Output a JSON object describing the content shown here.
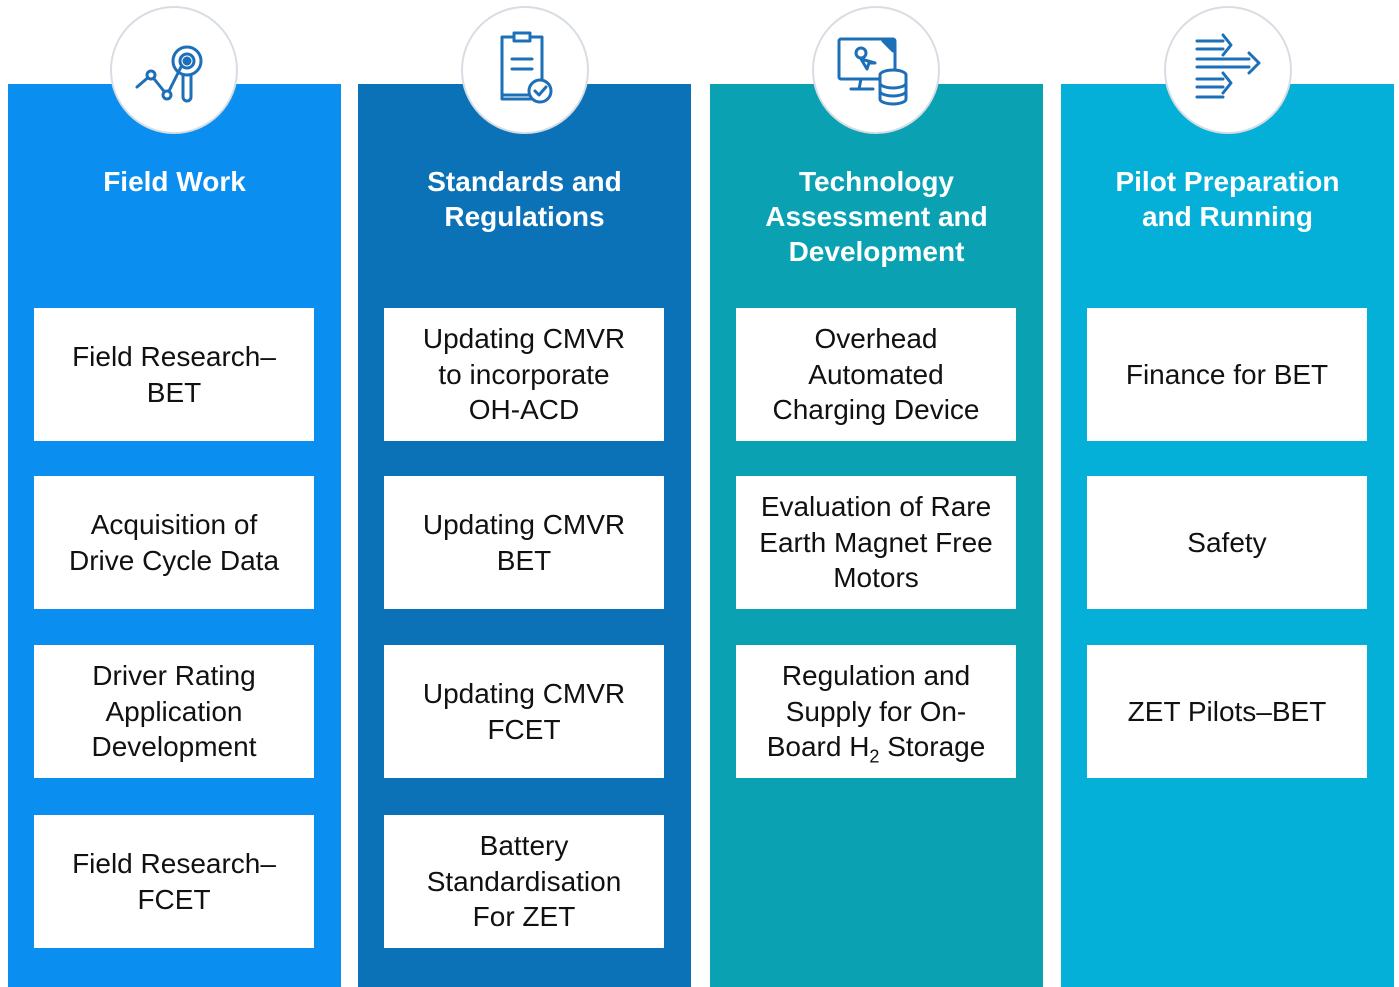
{
  "colors": {
    "col1": "#0a8ff0",
    "col2": "#0b72b7",
    "col3": "#0aa2b3",
    "col4": "#04afd8",
    "icon_stroke": "#1d6fb8"
  },
  "columns": [
    {
      "icon": "analytics-magnifier-icon",
      "title": "Field Work",
      "cards": [
        "Field Research–\nBET",
        "Acquisition of\nDrive Cycle Data",
        "Driver Rating\nApplication\nDevelopment",
        "Field Research–\nFCET"
      ]
    },
    {
      "icon": "document-checklist-icon",
      "title": "Standards and\nRegulations",
      "cards": [
        "Updating CMVR\nto incorporate\nOH-ACD",
        "Updating CMVR\nBET",
        "Updating CMVR\nFCET",
        "Battery\nStandardisation\nFor ZET"
      ]
    },
    {
      "icon": "monitor-database-icon",
      "title": "Technology\nAssessment and\nDevelopment",
      "cards": [
        "Overhead\nAutomated\nCharging Device",
        "Evaluation of Rare\nEarth Magnet Free\nMotors"
      ],
      "card3": {
        "line1": "Regulation and",
        "line2": "Supply for On-",
        "line3_pre": "Board H",
        "line3_sub": "2",
        "line3_post": " Storage"
      }
    },
    {
      "icon": "forward-arrows-icon",
      "title": "Pilot Preparation\nand Running",
      "cards": [
        "Finance for BET",
        "Safety",
        "ZET Pilots–BET"
      ]
    }
  ]
}
